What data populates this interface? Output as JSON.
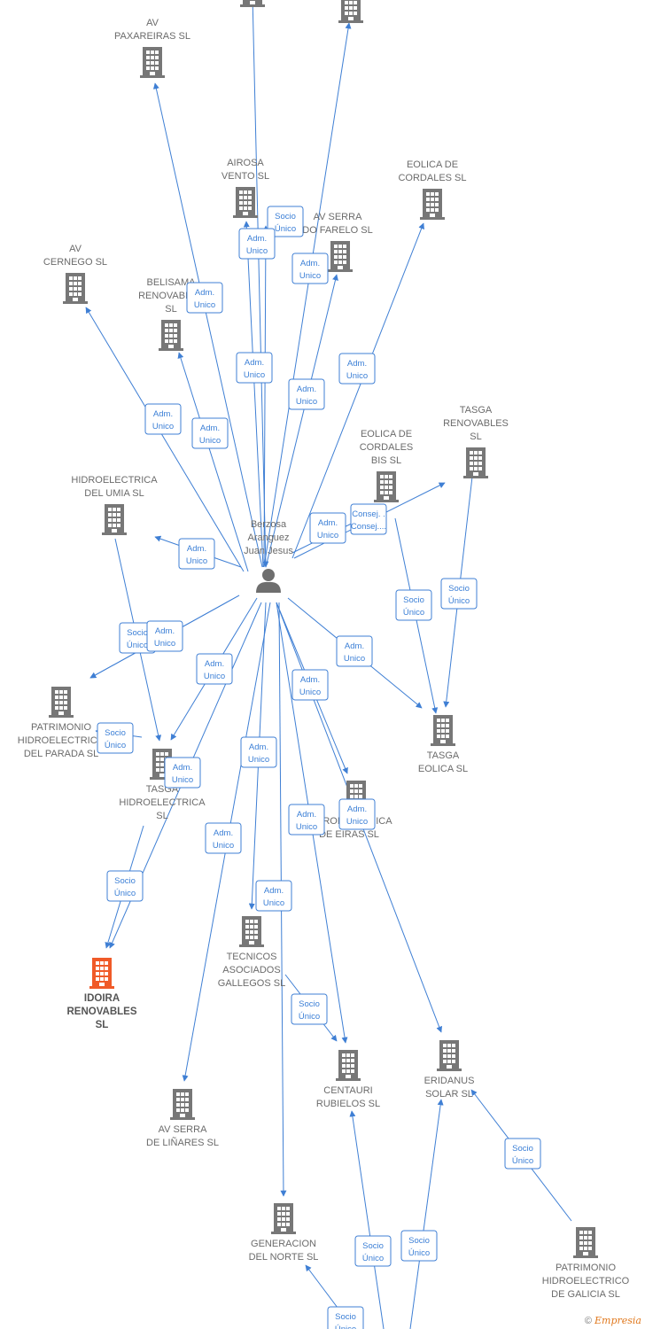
{
  "center": {
    "id": "person",
    "label": [
      "Berzosa",
      "Aranguez",
      "Juan Jesus"
    ]
  },
  "colors": {
    "edge": "#3f7fd4",
    "building": "#777777",
    "highlight": "#f05a28",
    "badge_border": "#3f7fd4"
  },
  "nodes": [
    {
      "id": "top-a",
      "label": []
    },
    {
      "id": "top-b",
      "label": []
    },
    {
      "id": "av-paxareiras",
      "label": [
        "AV",
        "PAXAREIRAS SL"
      ]
    },
    {
      "id": "airosa-vento",
      "label": [
        "AIROSA",
        "VENTO SL"
      ]
    },
    {
      "id": "av-serra-do-farelo",
      "label": [
        "AV SERRA",
        "DO FARELO SL"
      ]
    },
    {
      "id": "eolica-de-cordales",
      "label": [
        "EOLICA DE",
        "CORDALES SL"
      ]
    },
    {
      "id": "av-cernego",
      "label": [
        "AV",
        "CERNEGO SL"
      ]
    },
    {
      "id": "belisama-renovables",
      "label": [
        "BELISAMA",
        "RENOVABLES",
        "SL"
      ]
    },
    {
      "id": "tasga-renovables",
      "label": [
        "TASGA",
        "RENOVABLES",
        "SL"
      ]
    },
    {
      "id": "eolica-de-cordales-bis",
      "label": [
        "EOLICA DE",
        "CORDALES",
        "BIS SL"
      ]
    },
    {
      "id": "hidroelectrica-del-umia",
      "label": [
        "HIDROELECTRICA",
        "DEL UMIA  SL"
      ]
    },
    {
      "id": "patrimonio-hidroelectrico-del-parada",
      "label": [
        "PATRIMONIO",
        "HIDROELECTRICO",
        "DEL PARADA  SL"
      ]
    },
    {
      "id": "tasga-eolica",
      "label": [
        "TASGA",
        "EOLICA  SL"
      ]
    },
    {
      "id": "tasga-hidroelectrica",
      "label": [
        "TASGA",
        "HIDROELECTRICA",
        "SL"
      ]
    },
    {
      "id": "hidroelectrica-de-eiras",
      "label": [
        "HIDROELECTRICA",
        "DE EIRAS SL"
      ]
    },
    {
      "id": "idoira-renovables",
      "label": [
        "IDOIRA",
        "RENOVABLES",
        "SL"
      ],
      "highlight": true
    },
    {
      "id": "tecnicos-asociados-gallegos",
      "label": [
        "TECNICOS",
        "ASOCIADOS",
        "GALLEGOS  SL"
      ]
    },
    {
      "id": "centauri-rubielos",
      "label": [
        "CENTAURI",
        "RUBIELOS  SL"
      ]
    },
    {
      "id": "eridanus-solar",
      "label": [
        "ERIDANUS",
        "SOLAR  SL"
      ]
    },
    {
      "id": "av-serra-de-linares",
      "label": [
        "AV SERRA",
        "DE LIÑARES SL"
      ]
    },
    {
      "id": "generacion-del-norte",
      "label": [
        "GENERACION",
        "DEL NORTE SL"
      ]
    },
    {
      "id": "patrimonio-hidroelectrico-de-galicia",
      "label": [
        "PATRIMONIO",
        "HIDROELECTRICO",
        "DE GALICIA  SL"
      ]
    }
  ],
  "badges": [
    [
      "Socio",
      "Único"
    ],
    [
      "Adm.",
      "Unico"
    ],
    [
      "Adm.",
      "Unico"
    ],
    [
      "Adm.",
      "Unico"
    ],
    [
      "Adm.",
      "Unico"
    ],
    [
      "Adm.",
      "Unico"
    ],
    [
      "Adm.",
      "Unico"
    ],
    [
      "Adm.",
      "Unico"
    ],
    [
      "Adm.",
      "Unico"
    ],
    [
      "Consej. .",
      "Consej...."
    ],
    [
      "Adm.",
      "Unico"
    ],
    [
      "Socio",
      "Único"
    ],
    [
      "Socio",
      "Único"
    ],
    [
      "Adm.",
      "Unico"
    ],
    [
      "Socio",
      "Único"
    ],
    [
      "Adm.",
      "Unico"
    ],
    [
      "Adm.",
      "Unico"
    ],
    [
      "Adm.",
      "Unico"
    ],
    [
      "Socio",
      "Único"
    ],
    [
      "Adm.",
      "Unico"
    ],
    [
      "Adm.",
      "Unico"
    ],
    [
      "Adm.",
      "Unico"
    ],
    [
      "Adm.",
      "Unico"
    ],
    [
      "Adm.",
      "Unico"
    ],
    [
      "Adm.",
      "Unico"
    ],
    [
      "Socio",
      "Único"
    ],
    [
      "Adm.",
      "Unico"
    ],
    [
      "Socio",
      "Único"
    ],
    [
      "Socio",
      "Único"
    ],
    [
      "Socio",
      "Único"
    ],
    [
      "Socio",
      "Único"
    ],
    [
      "Socio",
      "Único"
    ]
  ],
  "footer": {
    "copyright": "©",
    "brand": "Empresia"
  }
}
